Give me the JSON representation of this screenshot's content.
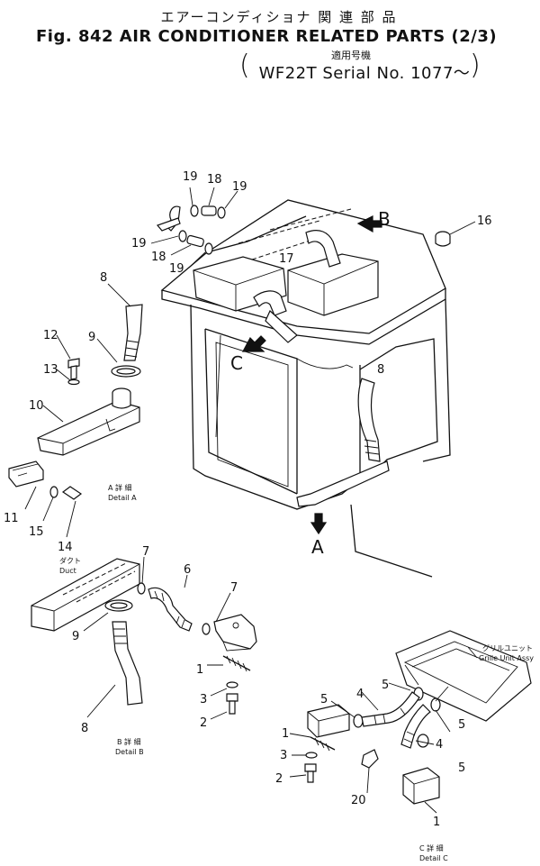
{
  "header": {
    "jp_title": "エアーコンディショナ 関 連 部 品",
    "en_title": "Fig. 842 AIR CONDITIONER RELATED PARTS (2/3)",
    "serial_jp": "適用号機",
    "serial": "WF22T Serial No. 1077～",
    "paren_open": "(",
    "paren_close": ")"
  },
  "callouts": {
    "n1": "1",
    "n2": "2",
    "n3": "3",
    "n4": "4",
    "n5": "5",
    "n6": "6",
    "n7": "7",
    "n8": "8",
    "n9": "9",
    "n10": "10",
    "n11": "11",
    "n12": "12",
    "n13": "13",
    "n14": "14",
    "n15": "15",
    "n16": "16",
    "n17": "17",
    "n18": "18",
    "n19": "19",
    "n20": "20"
  },
  "views": {
    "a": "A",
    "b": "B",
    "c": "C"
  },
  "details": {
    "a_jp": "A 詳 細",
    "a_en": "Detail A",
    "b_jp": "B 詳 細",
    "b_en": "Detail B",
    "c_jp": "C 詳 細",
    "c_en": "Detail C",
    "duct_jp": "ダクト",
    "duct_en": "Duct",
    "grille_jp": "グリルユニット",
    "grille_en": "Grille Unit Assy"
  }
}
